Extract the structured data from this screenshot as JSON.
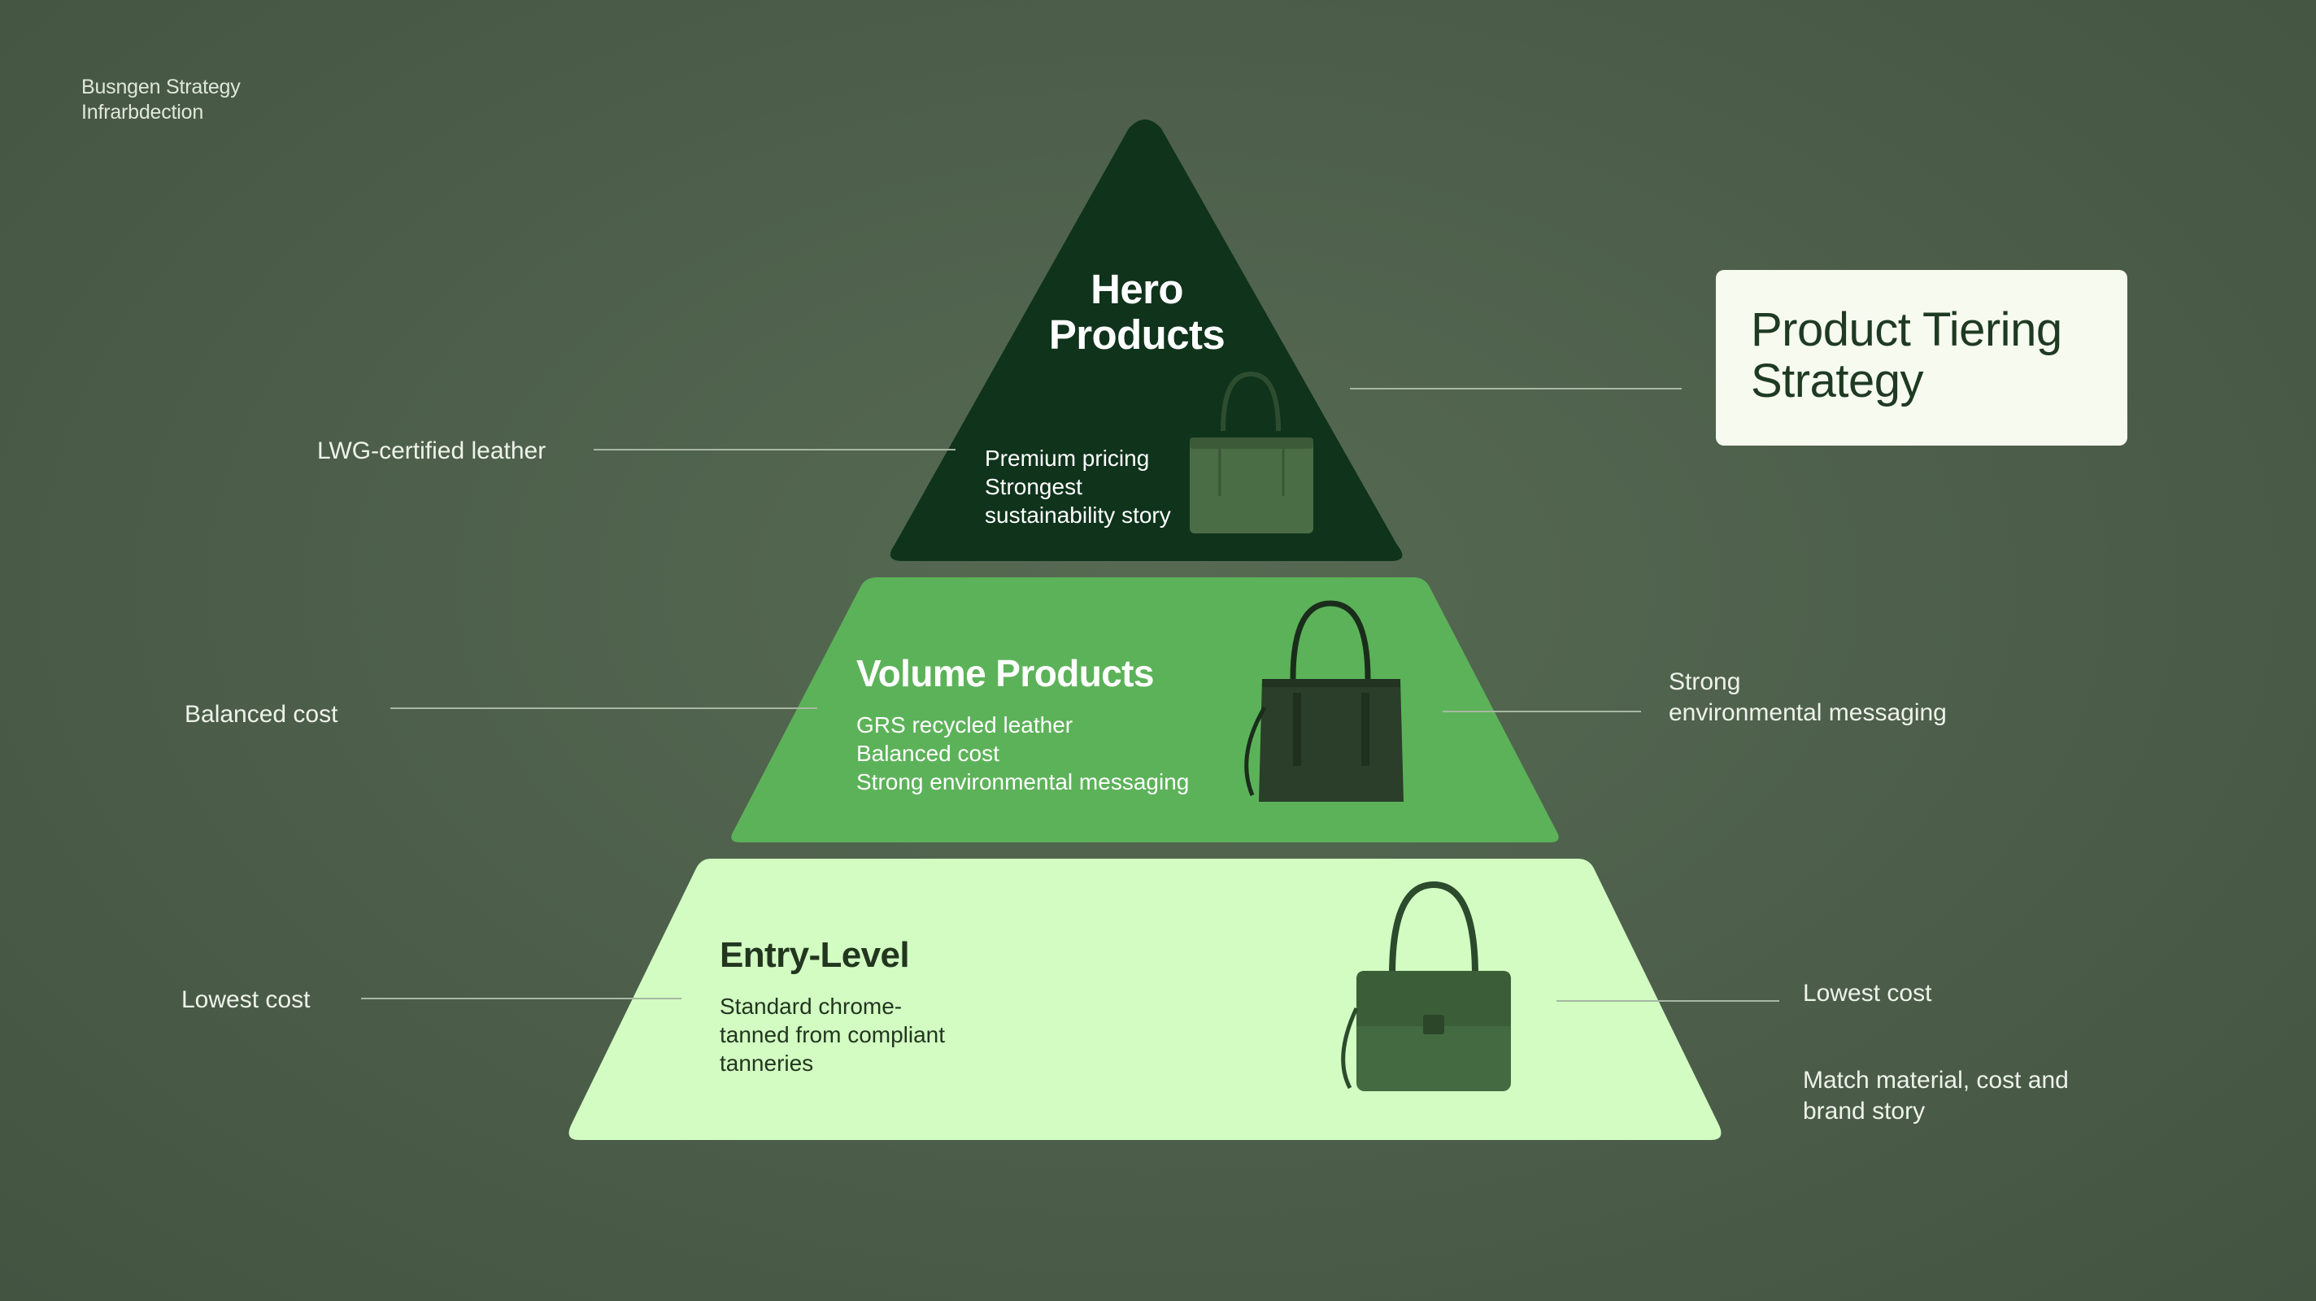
{
  "breadcrumb": {
    "line1": "Busngen Strategy",
    "line2": "Infrarbdection"
  },
  "title_card": {
    "line1": "Product Tiering",
    "line2": "Strategy"
  },
  "tiers": [
    {
      "title_lines": [
        "Hero",
        "Products"
      ],
      "desc_lines": [
        "Premium pricing",
        "Strongest",
        "sustainability story"
      ],
      "color": "#0f331b",
      "text_color": "#ffffff",
      "icon": "handbag-icon"
    },
    {
      "title_lines": [
        "Volume Products"
      ],
      "desc_lines": [
        "GRS recycled leather",
        "Balanced cost",
        "Strong environmental messaging"
      ],
      "color": "#5cb259",
      "text_color": "#ffffff",
      "icon": "handbag-icon"
    },
    {
      "title_lines": [
        "Entry-Level"
      ],
      "desc_lines": [
        "Standard chrome-",
        "tanned from compliant",
        "tanneries"
      ],
      "color": "#d2fcc2",
      "text_color": "#22361f",
      "icon": "handbag-icon"
    }
  ],
  "side_labels": {
    "left": [
      "LWG-certified leather",
      "Balanced cost",
      "Lowest cost"
    ],
    "right_volume": [
      "Strong",
      "environmental messaging"
    ],
    "right_entry": "Lowest cost",
    "right_bottom": [
      "Match material, cost and",
      "brand story"
    ]
  },
  "colors": {
    "background": "#4c5e4a",
    "connector": "#a7b8a3",
    "bag": "#3f6a3d"
  }
}
